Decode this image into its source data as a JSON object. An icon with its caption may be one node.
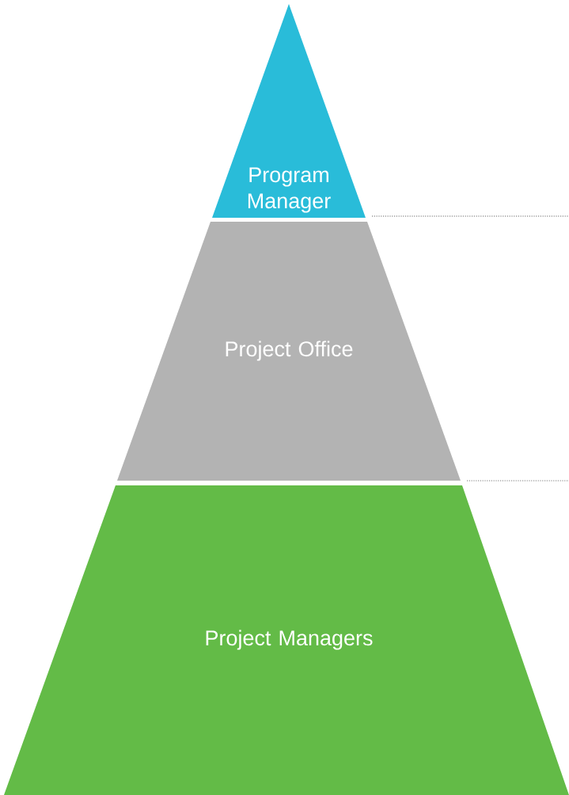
{
  "diagram": {
    "nodes": [
      {
        "text": [
          "Program Manager"
        ]
      },
      {
        "text": [
          "Project Office"
        ]
      },
      {
        "text": [
          "Project Managers"
        ]
      }
    ]
  }
}
